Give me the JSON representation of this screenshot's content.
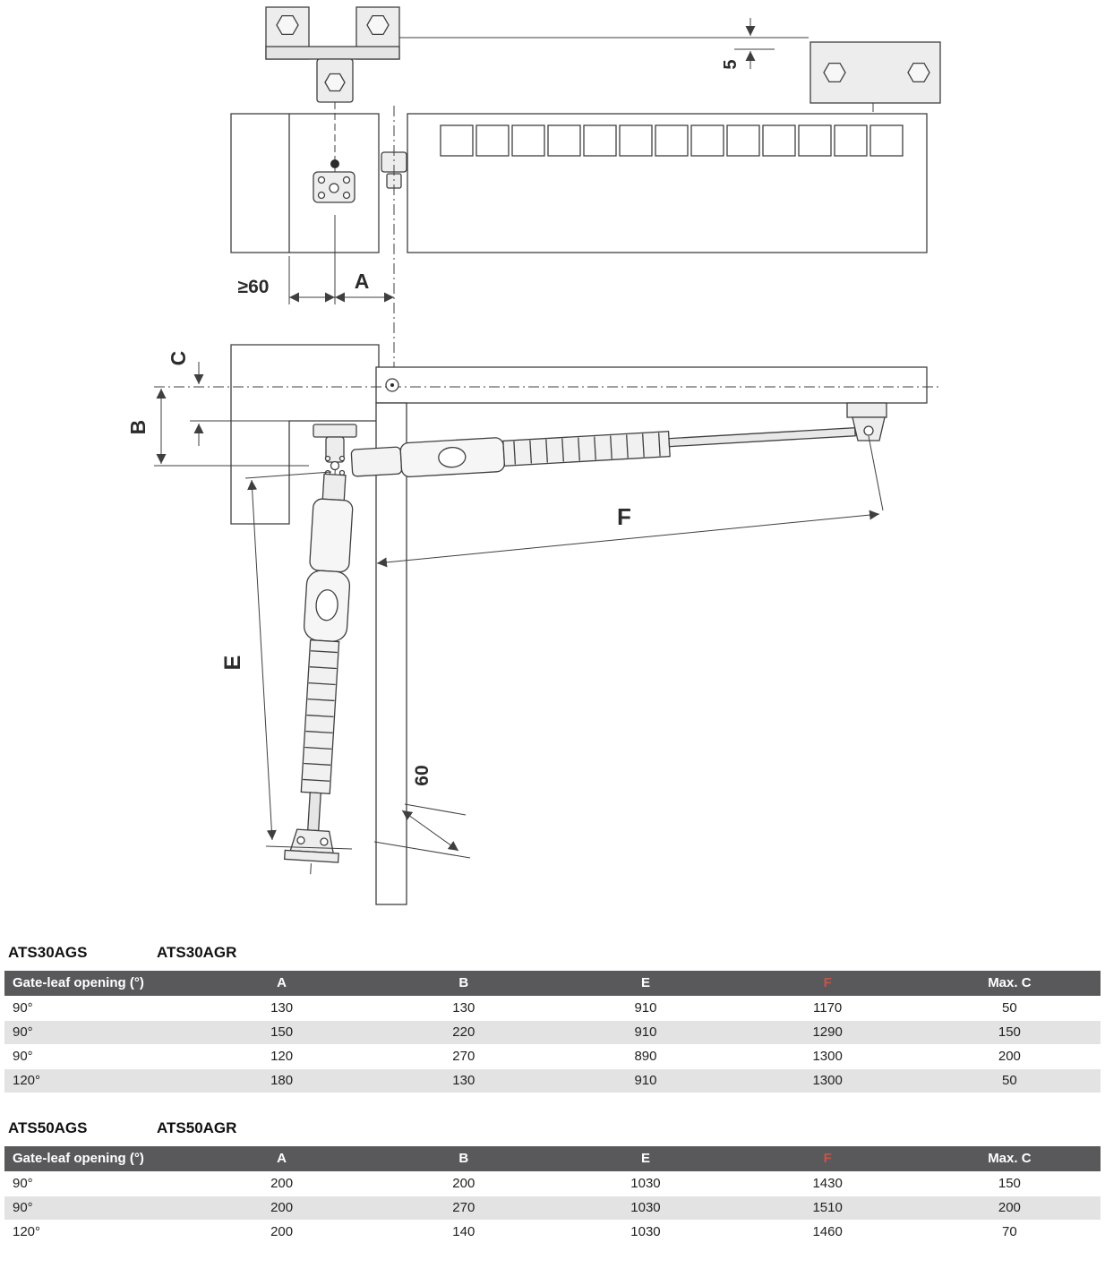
{
  "diagram": {
    "dim_offset": "5",
    "dim_min_clearance": "≥60",
    "dim_a": "A",
    "dim_b": "B",
    "dim_c": "C",
    "dim_e": "E",
    "dim_f": "F",
    "dim_60": "60"
  },
  "colors": {
    "table_header_bg": "#59595b",
    "table_header_text": "#ffffff",
    "f_column_accent": "#c4564a",
    "row_alt_bg": "#e3e3e4",
    "drawing_line": "#3f3f3f"
  },
  "tables": [
    {
      "titles": [
        "ATS30AGS",
        "ATS30AGR"
      ],
      "headers": [
        "Gate-leaf opening (°)",
        "A",
        "B",
        "E",
        "F",
        "Max. C"
      ],
      "rows": [
        [
          "90°",
          "130",
          "130",
          "910",
          "1170",
          "50"
        ],
        [
          "90°",
          "150",
          "220",
          "910",
          "1290",
          "150"
        ],
        [
          "90°",
          "120",
          "270",
          "890",
          "1300",
          "200"
        ],
        [
          "120°",
          "180",
          "130",
          "910",
          "1300",
          "50"
        ]
      ]
    },
    {
      "titles": [
        "ATS50AGS",
        "ATS50AGR"
      ],
      "headers": [
        "Gate-leaf opening (°)",
        "A",
        "B",
        "E",
        "F",
        "Max. C"
      ],
      "rows": [
        [
          "90°",
          "200",
          "200",
          "1030",
          "1430",
          "150"
        ],
        [
          "90°",
          "200",
          "270",
          "1030",
          "1510",
          "200"
        ],
        [
          "120°",
          "200",
          "140",
          "1030",
          "1460",
          "70"
        ]
      ]
    }
  ]
}
